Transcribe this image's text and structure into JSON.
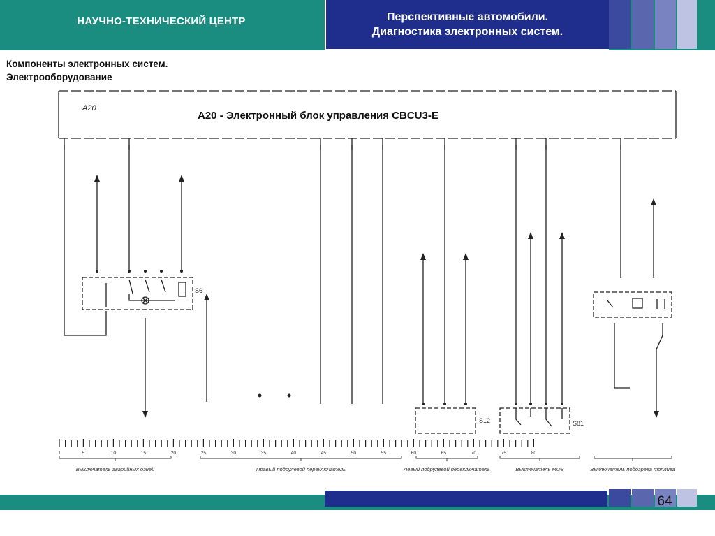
{
  "header": {
    "org_title": "НАУЧНО-ТЕХНИЧЕСКИЙ ЦЕНТР",
    "course_line1": "Перспективные автомобили.",
    "course_line2": "Диагностика электронных систем."
  },
  "subtitle": {
    "line1": "Компоненты электронных систем.",
    "line2": "Электрооборудование"
  },
  "diagram": {
    "block_label": "A20",
    "block_title": "А20 - Электронный блок управления CBCU3-E",
    "ruler_numbers": [
      "1",
      "5",
      "10",
      "15",
      "20",
      "25",
      "30",
      "35",
      "40",
      "45",
      "50",
      "55",
      "60",
      "65",
      "70",
      "75",
      "80"
    ],
    "components": [
      "S6",
      "S12",
      "S81"
    ],
    "groups": [
      {
        "label": "Выключатель аварийных огней"
      },
      {
        "label": "Правый подрулевой переключатель"
      },
      {
        "label": "Левый подрулевой переключатель"
      },
      {
        "label": "Выключатель МОВ"
      },
      {
        "label": "Выключатель подогрева топлива"
      }
    ]
  },
  "colors": {
    "teal": "#1a8c80",
    "navy": "#1f2e8c",
    "stripes": [
      "#3b4a9e",
      "#5a66ad",
      "#7a83c1",
      "#9aa1d2",
      "#bfc3e3"
    ]
  },
  "page_number": "64"
}
